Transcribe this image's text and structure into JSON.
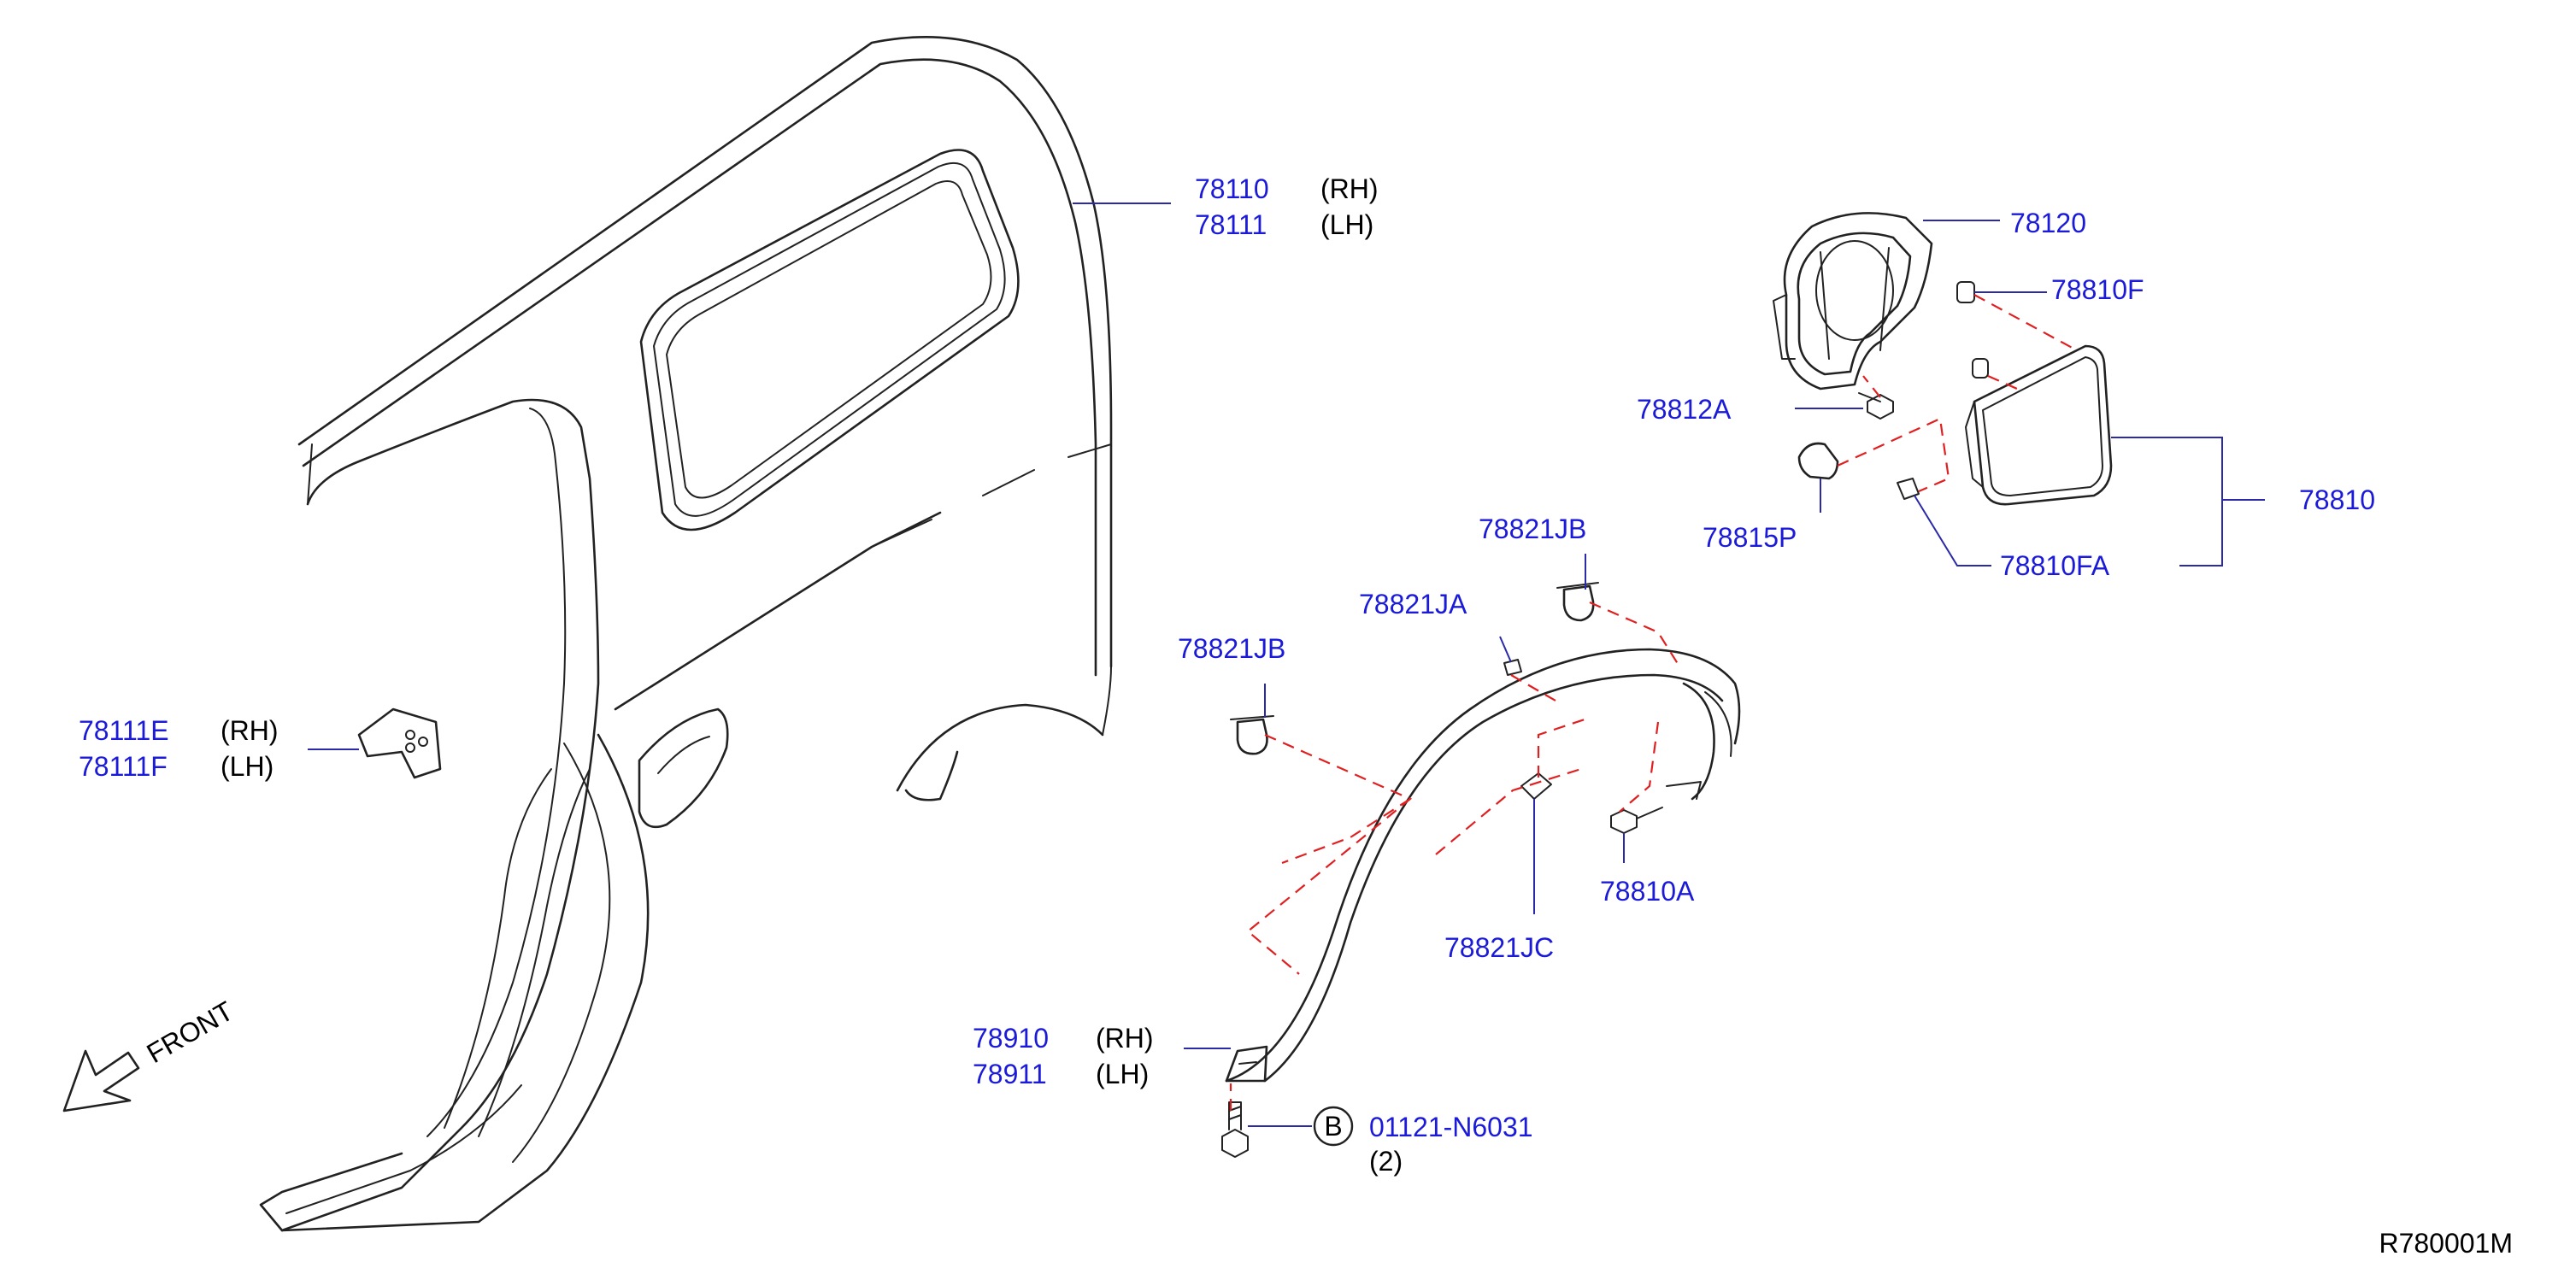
{
  "diagram": {
    "part_labels": [
      {
        "id": "p78110",
        "number": "78110",
        "side": "(RH)"
      },
      {
        "id": "p78111",
        "number": "78111",
        "side": "(LH)"
      },
      {
        "id": "p78120",
        "number": "78120",
        "side": ""
      },
      {
        "id": "p78810F",
        "number": "78810F",
        "side": ""
      },
      {
        "id": "p78812A",
        "number": "78812A",
        "side": ""
      },
      {
        "id": "p78810",
        "number": "78810",
        "side": ""
      },
      {
        "id": "p78815P",
        "number": "78815P",
        "side": ""
      },
      {
        "id": "p78810FA",
        "number": "78810FA",
        "side": ""
      },
      {
        "id": "p78821JB",
        "number": "78821JB",
        "side": ""
      },
      {
        "id": "p78821JA",
        "number": "78821JA",
        "side": ""
      },
      {
        "id": "p78821JB2",
        "number": "78821JB",
        "side": ""
      },
      {
        "id": "p78111E",
        "number": "78111E",
        "side": "(RH)"
      },
      {
        "id": "p78111F",
        "number": "78111F",
        "side": "(LH)"
      },
      {
        "id": "p78810A",
        "number": "78810A",
        "side": ""
      },
      {
        "id": "p78821JC",
        "number": "78821JC",
        "side": ""
      },
      {
        "id": "p78910",
        "number": "78910",
        "side": "(RH)"
      },
      {
        "id": "p78911",
        "number": "78911",
        "side": "(LH)"
      },
      {
        "id": "p01121",
        "number": "01121-N6031",
        "side": ""
      }
    ],
    "quantity_note": "(2)",
    "bolt_marker": "B",
    "front_arrow_label": "FRONT",
    "drawing_code": "R780001M",
    "colors": {
      "part_number": "#1a1ad8",
      "leader": "#2a2aa8",
      "phantom": "#e02020",
      "line": "#222222"
    }
  }
}
